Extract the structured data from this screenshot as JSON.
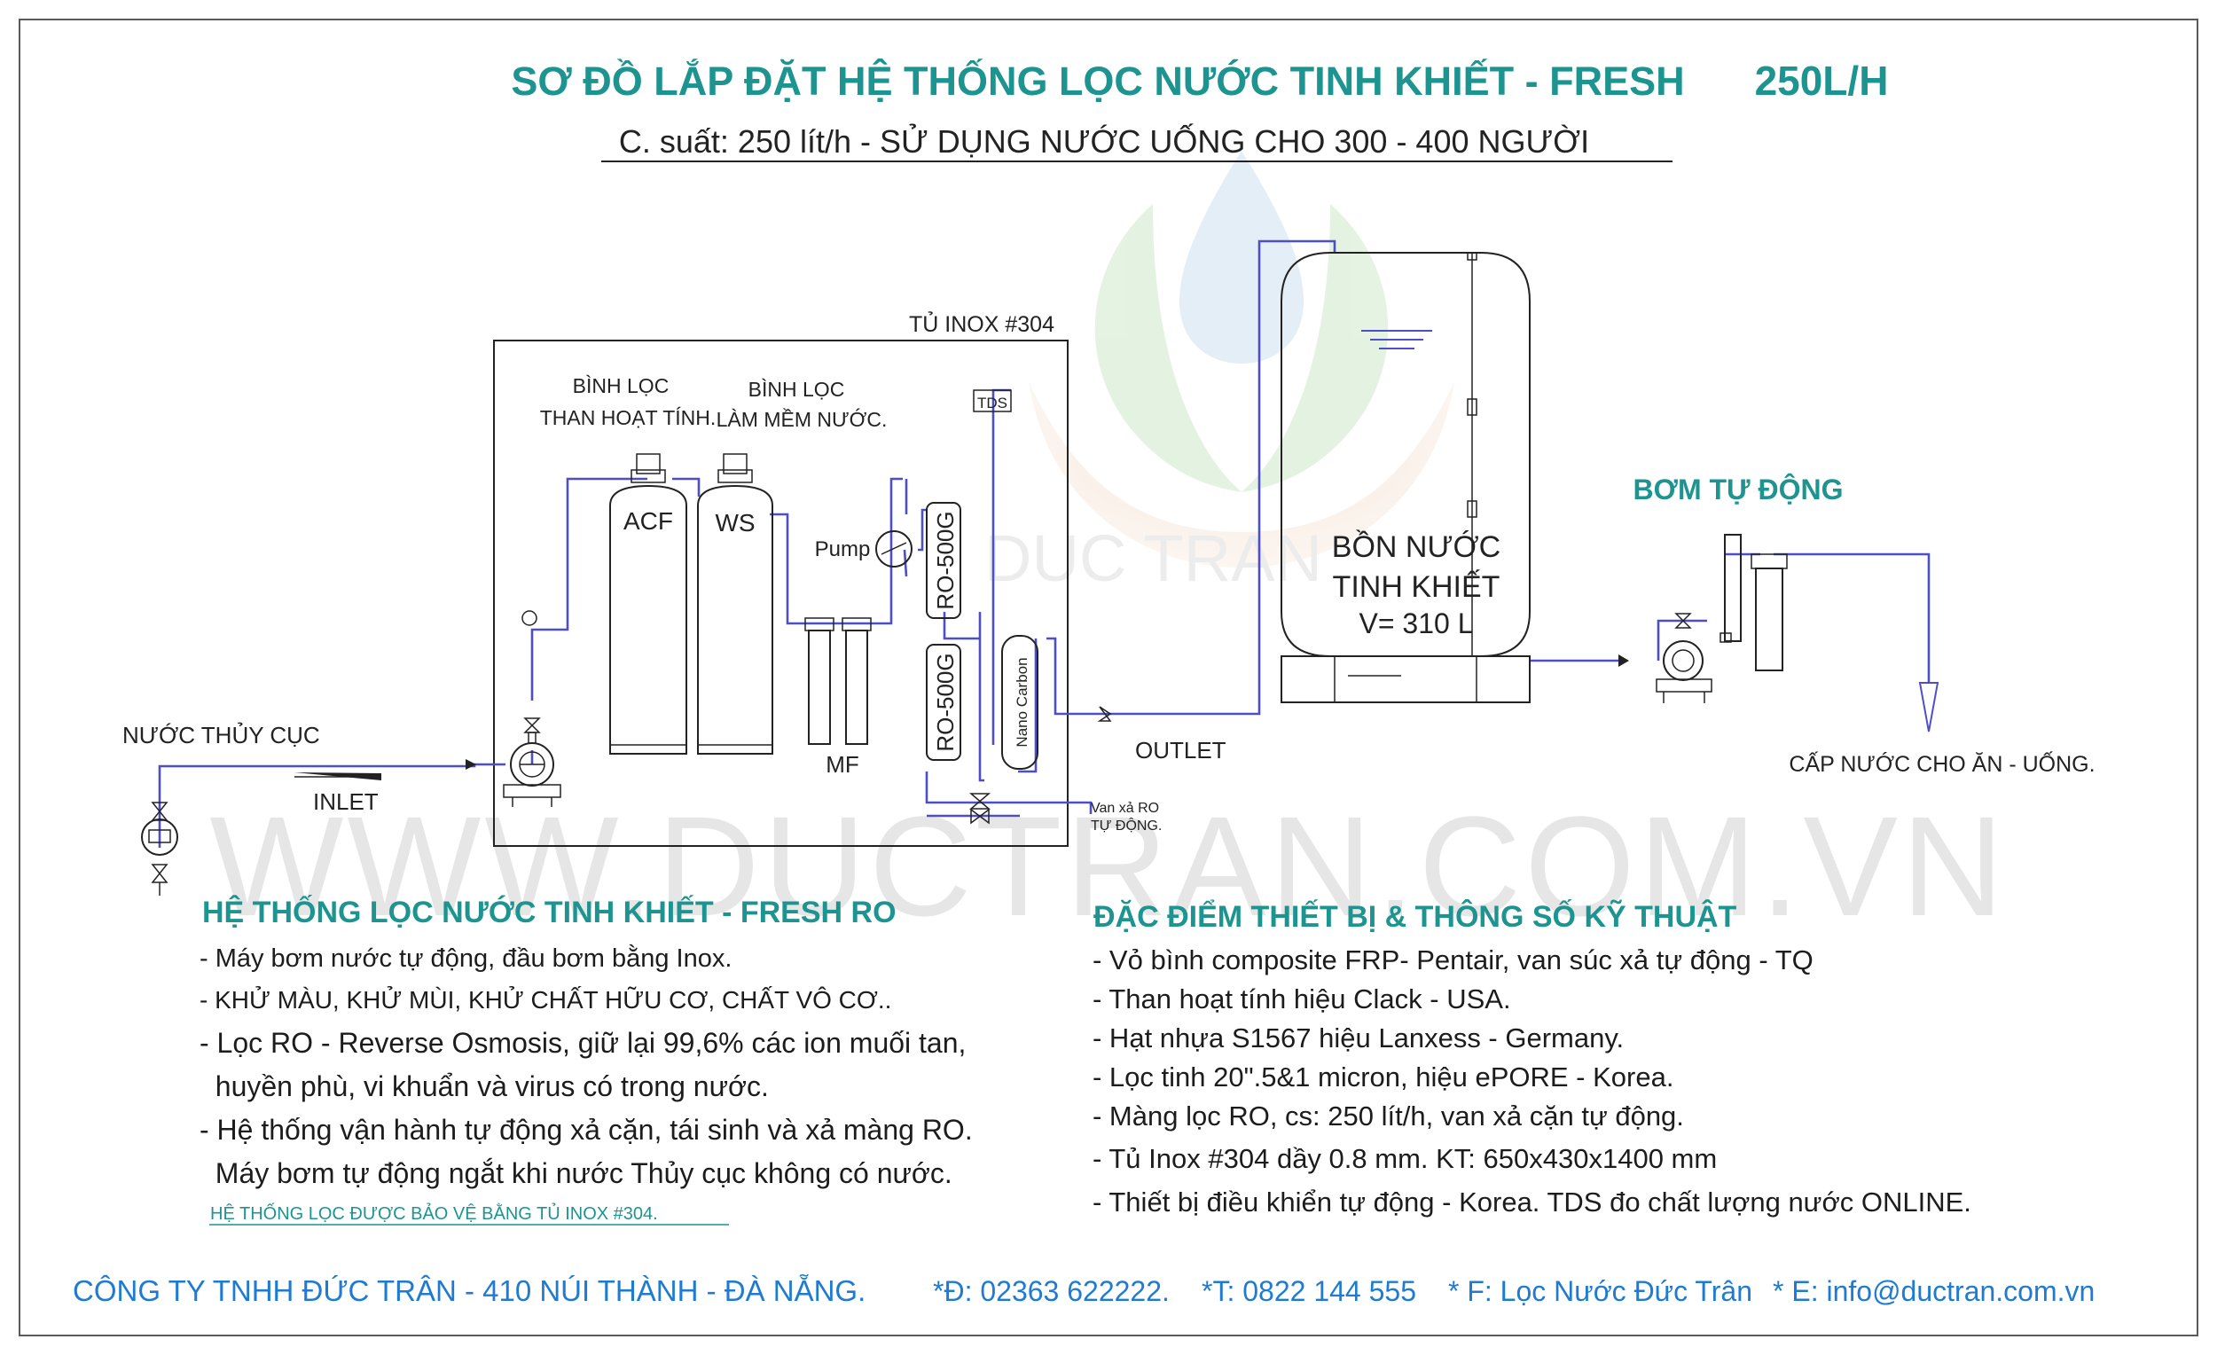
{
  "header": {
    "title": "SƠ ĐỒ LẮP ĐẶT HỆ THỐNG LỌC NƯỚC TINH KHIẾT - FRESH",
    "title_capacity": "250L/H",
    "subtitle": "C. suất: 250 lít/h - SỬ DỤNG NƯỚC UỐNG CHO 300 - 400 NGƯỜI"
  },
  "watermark": {
    "logo_text": "DUC TRAN",
    "url_text": "WWW.DUCTRAN.COM.VN"
  },
  "diagram": {
    "cabinet_label": "TỦ INOX #304",
    "acf_caption": [
      "BÌNH LỌC",
      "THAN HOẠT TÍNH."
    ],
    "ws_caption": [
      "BÌNH LỌC",
      "LÀM MỀM NƯỚC."
    ],
    "acf_label": "ACF",
    "ws_label": "WS",
    "pump_label": "Pump",
    "ro_top_label": "RO-500G",
    "ro_bottom_label": "RO-500G",
    "tds_label": "TDS",
    "nano_label": "Nano Carbon",
    "mf_label": "MF",
    "drain_valve_label": [
      "Van xả RO",
      "TỰ ĐỘNG."
    ],
    "inlet_source_label": "NƯỚC THỦY CỤC",
    "inlet_label": "INLET",
    "outlet_label": "OUTLET",
    "tank_label": [
      "BỒN NƯỚC",
      "TINH KHIẾT",
      "V= 310 L"
    ],
    "booster_label": "BƠM TỰ ĐỘNG",
    "supply_label": "CẤP NƯỚC CHO ĂN - UỐNG."
  },
  "left_section": {
    "heading": "HỆ THỐNG LỌC NƯỚC TINH KHIẾT - FRESH RO",
    "lines": [
      "- Máy bơm nước tự động, đầu bơm bằng Inox.",
      "- KHỬ MÀU, KHỬ MÙI, KHỬ CHẤT HỮU CƠ, CHẤT VÔ CƠ..",
      "- Lọc RO - Reverse Osmosis, giữ lại 99,6% các ion muối tan,",
      "  huyền phù, vi khuẩn và virus có trong nước.",
      "- Hệ thống vận hành tự động xả cặn, tái sinh và xả màng RO.",
      "  Máy bơm tự động ngắt khi nước Thủy cục không có nước."
    ],
    "note": "HỆ THỐNG LỌC ĐƯỢC BẢO VỆ BẰNG TỦ INOX #304."
  },
  "right_section": {
    "heading": "ĐẶC ĐIỂM THIẾT BỊ & THÔNG SỐ KỸ THUẬT",
    "lines": [
      "- Vỏ bình composite FRP- Pentair, van súc xả tự động - TQ",
      "- Than hoạt tính hiệu Clack - USA.",
      "- Hạt nhựa S1567 hiệu Lanxess - Germany.",
      "- Lọc tinh 20\".5&1 micron, hiệu ePORE - Korea.",
      "- Màng lọc RO, cs: 250 lít/h, van xả cặn tự động.",
      "- Tủ Inox #304 dầy 0.8 mm. KT: 650x430x1400 mm",
      "- Thiết bị điều khiển tự động - Korea. TDS đo chất lượng nước  ONLINE."
    ]
  },
  "footer": {
    "company": "CÔNG TY TNHH ĐỨC TRÂN - 410 NÚI THÀNH - ĐÀ NẴNG.",
    "phone": "*Đ: 02363 622222.",
    "mobile": "*T: 0822 144 555",
    "facebook": "* F: Lọc Nước Đức Trân",
    "email": "* E: info@ductran.com.vn"
  },
  "colors": {
    "title": "#1e9490",
    "pipe": "#4e4ec8",
    "footer": "#1f7bd1",
    "frame": "#5a5a5a"
  }
}
